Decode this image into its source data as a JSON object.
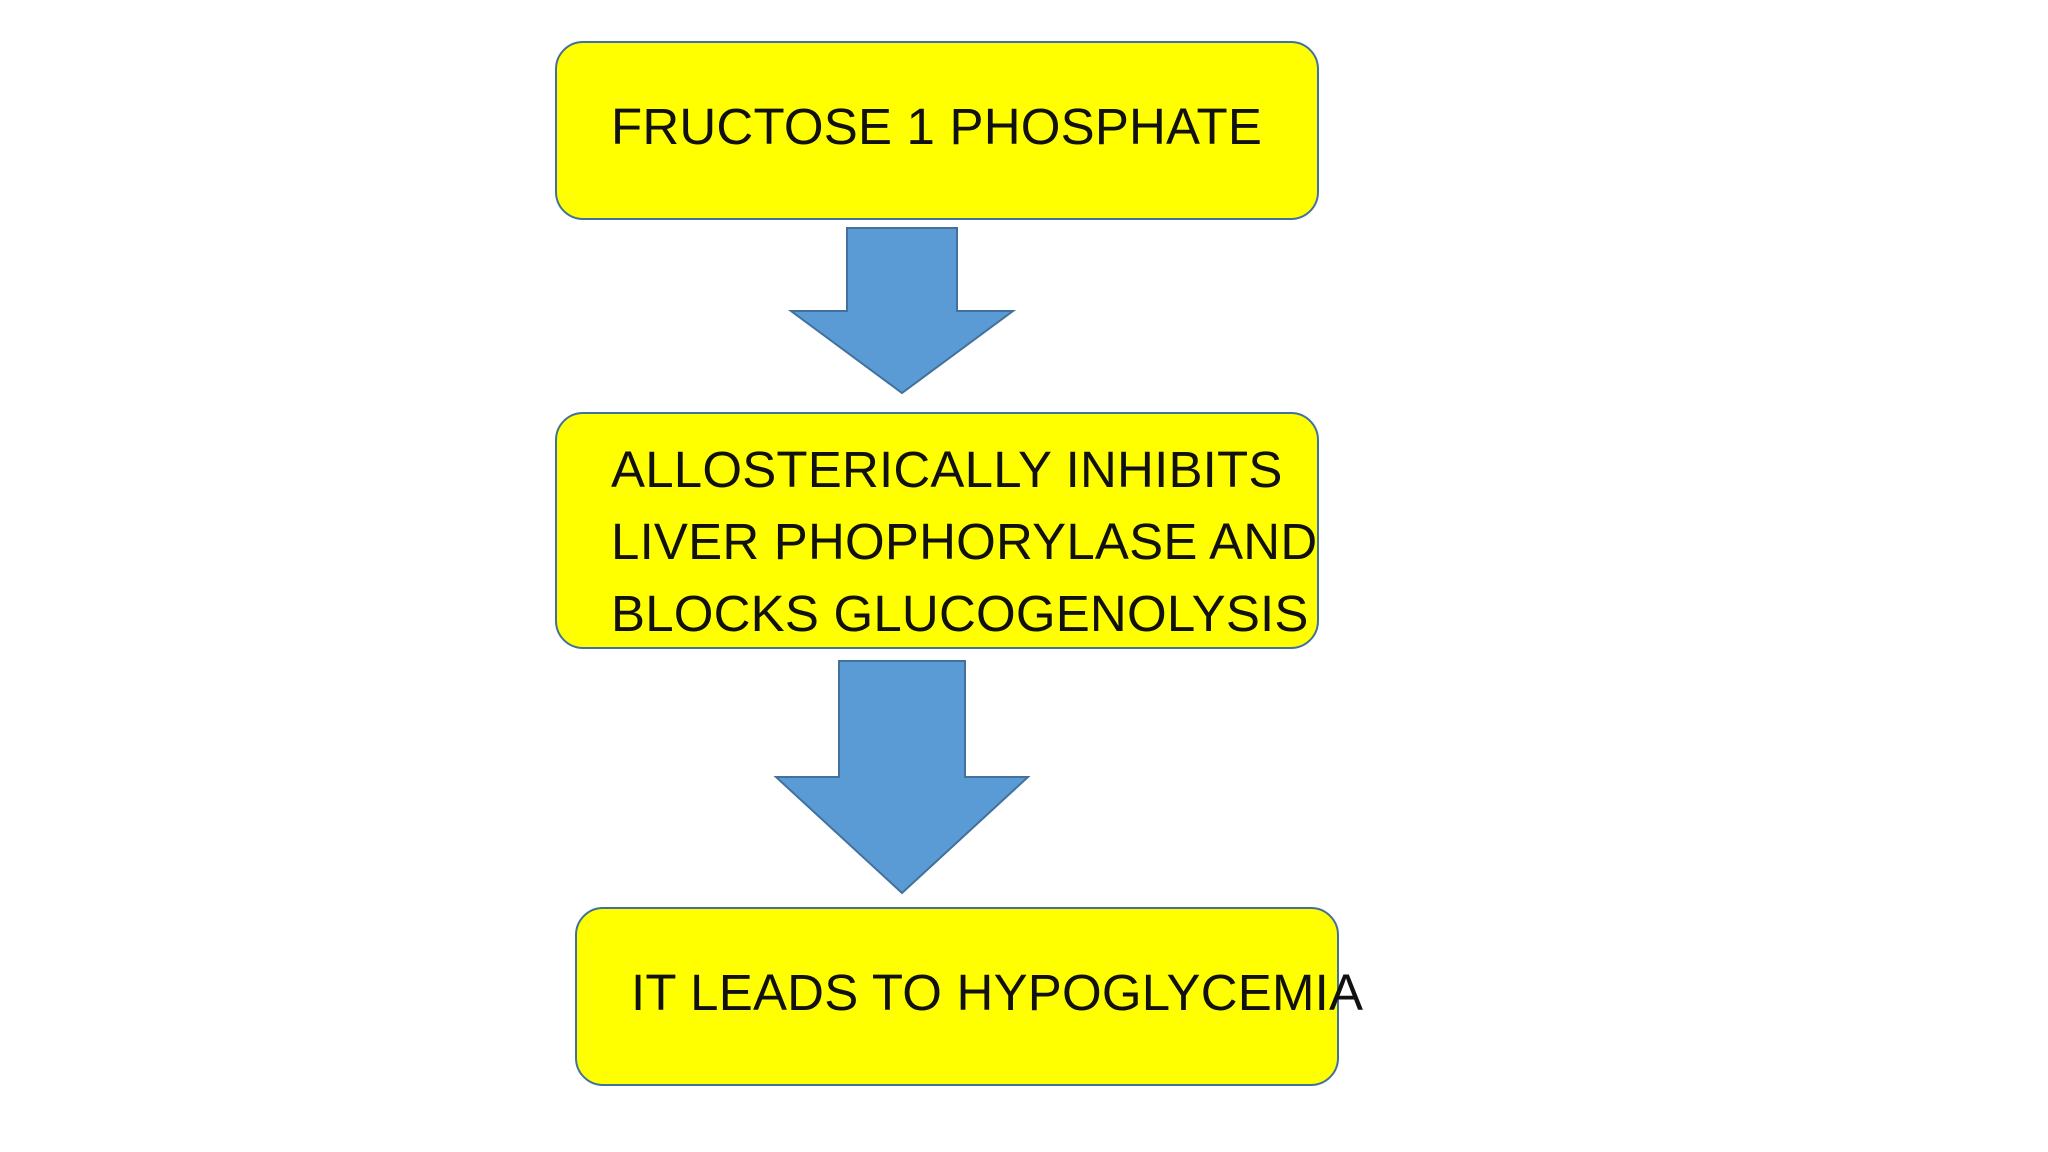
{
  "flowchart": {
    "steps": [
      {
        "label": "FRUCTOSE 1 PHOSPHATE"
      },
      {
        "lines": [
          "ALLOSTERICALLY INHIBITS",
          "LIVER PHOPHORYLASE AND",
          "BLOCKS GLUCOGENOLYSIS"
        ]
      },
      {
        "label": "IT LEADS TO HYPOGLYCEMIA"
      }
    ],
    "colors": {
      "box_fill": "#ffff00",
      "box_border": "#41719c",
      "arrow_fill": "#5b9bd5",
      "arrow_stroke": "#41719c",
      "text": "#111111"
    }
  }
}
